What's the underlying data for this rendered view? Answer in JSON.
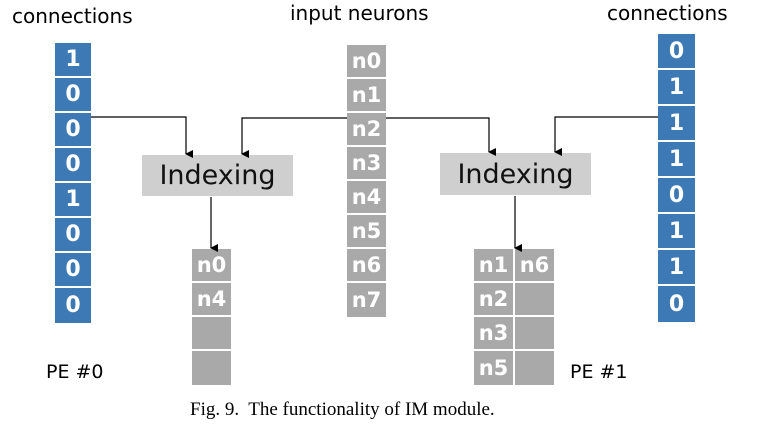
{
  "labels": {
    "left_connections": "connections",
    "input_neurons": "input neurons",
    "right_connections": "connections",
    "pe0": "PE #0",
    "pe1": "PE #1"
  },
  "caption": "Fig. 9.  The functionality of IM module.",
  "left_connections": [
    "1",
    "0",
    "0",
    "0",
    "1",
    "0",
    "0",
    "0"
  ],
  "right_connections": [
    "0",
    "1",
    "1",
    "1",
    "0",
    "1",
    "1",
    "0"
  ],
  "input_neurons": [
    "n0",
    "n1",
    "n2",
    "n3",
    "n4",
    "n5",
    "n6",
    "n7"
  ],
  "indexing_left": "Indexing",
  "indexing_right": "Indexing",
  "pe0_output": [
    "n0",
    "n4",
    "",
    ""
  ],
  "pe1_output_col1": [
    "n1",
    "n2",
    "n3",
    "n5"
  ],
  "pe1_output_col2": [
    "n6",
    "",
    "",
    ""
  ],
  "colors": {
    "connection_cell": "#3d7ab5",
    "neuron_cell": "#a9a9a9",
    "indexing_box": "#cfcfcf"
  }
}
